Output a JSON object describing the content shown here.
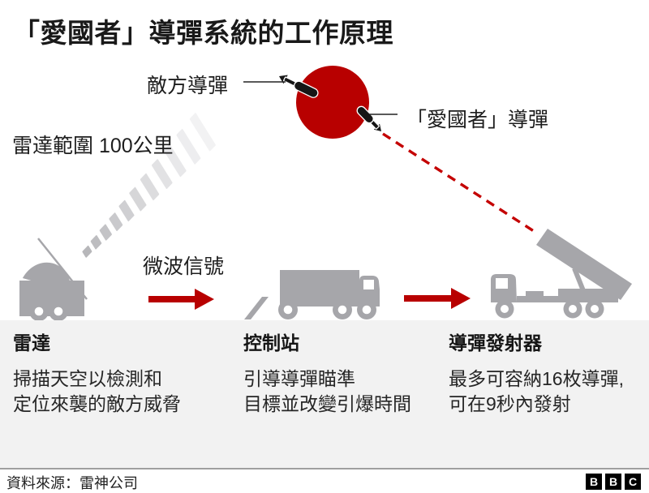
{
  "colors": {
    "accent_red": "#b80000",
    "dash_red": "#c40000",
    "vehicle_gray": "#a6a6aa",
    "band_bg": "#f2f2f2",
    "divider": "#9f9f9f"
  },
  "title": "「愛國者」導彈系統的工作原理",
  "diagram": {
    "enemy_missile_label": "敵方導彈",
    "patriot_missile_label": "「愛國者」導彈",
    "radar_range_label": "雷達範圍 100公里",
    "microwave_label": "微波信號",
    "icons": {
      "explosion": "explosion-circle-icon",
      "enemy_missile": "enemy-missile-icon",
      "patriot_missile": "patriot-missile-icon",
      "radar_beam": "radar-beam-icon",
      "radar_vehicle": "radar-truck-icon",
      "control_station": "control-station-truck-icon",
      "launcher": "missile-launcher-truck-icon",
      "signal_arrows": "red-arrow-icon",
      "trajectory": "dashed-trajectory-line"
    }
  },
  "sections": [
    {
      "heading": "雷達",
      "lines": [
        "掃描天空以檢測和",
        "定位來襲的敵方威脅"
      ]
    },
    {
      "heading": "控制站",
      "lines": [
        "引導導彈瞄準",
        "目標並改變引爆時間"
      ]
    },
    {
      "heading": "導彈發射器",
      "lines": [
        "最多可容納16枚導彈,",
        "可在9秒內發射"
      ]
    }
  ],
  "footer": {
    "source": "資料來源：雷神公司",
    "logo_letters": [
      "B",
      "B",
      "C"
    ]
  }
}
